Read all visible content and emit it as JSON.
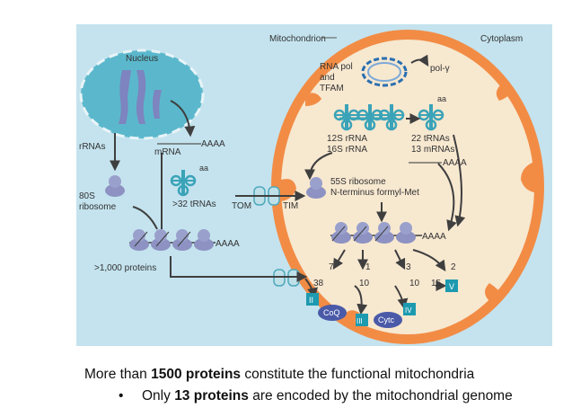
{
  "diagram": {
    "labels": {
      "mitochondrion": "Mitochondrion",
      "cytoplasm": "Cytoplasm",
      "nucleus": "Nucleus",
      "rna_pol_1": "RNA pol",
      "rna_pol_2": "and",
      "rna_pol_3": "TFAM",
      "pol_gamma": "pol-γ",
      "aa_mito": "aa",
      "aa_cyto": "aa",
      "rrna_12s": "12S rRNA",
      "rrna_16s": "16S rRNA",
      "trnas_22": "22 tRNAs",
      "mrnas_13": "13 mRNAs",
      "aaaa_mito_mrna": "AAAA",
      "ribosome_55s": "55S ribosome",
      "formyl_met": "N-terminus formyl-Met",
      "aaaa_mito_poly": "AAAA",
      "rrnas": "rRNAs",
      "mrna": "mRNA",
      "aaaa_nuc": "AAAA",
      "ribosome_80s_1": "80S",
      "ribosome_80s_2": "ribosome",
      "trnas_32": ">32 tRNAs",
      "tom": "TOM",
      "tim": "TIM",
      "aaaa_cyto_poly": "AAAA",
      "proteins_1000": ">1,000 proteins",
      "n7": "7",
      "n1": "1",
      "n3": "3",
      "n2": "2",
      "n38": "38",
      "n10": "10",
      "n10b": "10",
      "n15": "15",
      "complex_ii": "II",
      "complex_iii": "III",
      "complex_iv": "IV",
      "complex_v": "V",
      "coq": "CoQ",
      "cytc": "Cytc"
    },
    "colors": {
      "background": "#c4e3ee",
      "mito_outer": "#f28c45",
      "mito_inner": "#f7e8d0",
      "nucleus_fill": "#5bb8cc",
      "protein": "#8d92c2",
      "complex": "#1d9ab0",
      "trna": "#3aa3b8",
      "arrow": "#3f3f3f"
    }
  },
  "caption": {
    "line1_pre": "More than ",
    "line1_bold": "1500 proteins",
    "line1_post": " constitute the functional mitochondria",
    "bullet": "•",
    "line2_pre": "Only ",
    "line2_bold": "13 proteins",
    "line2_post": " are encoded by the mitochondrial genome"
  }
}
